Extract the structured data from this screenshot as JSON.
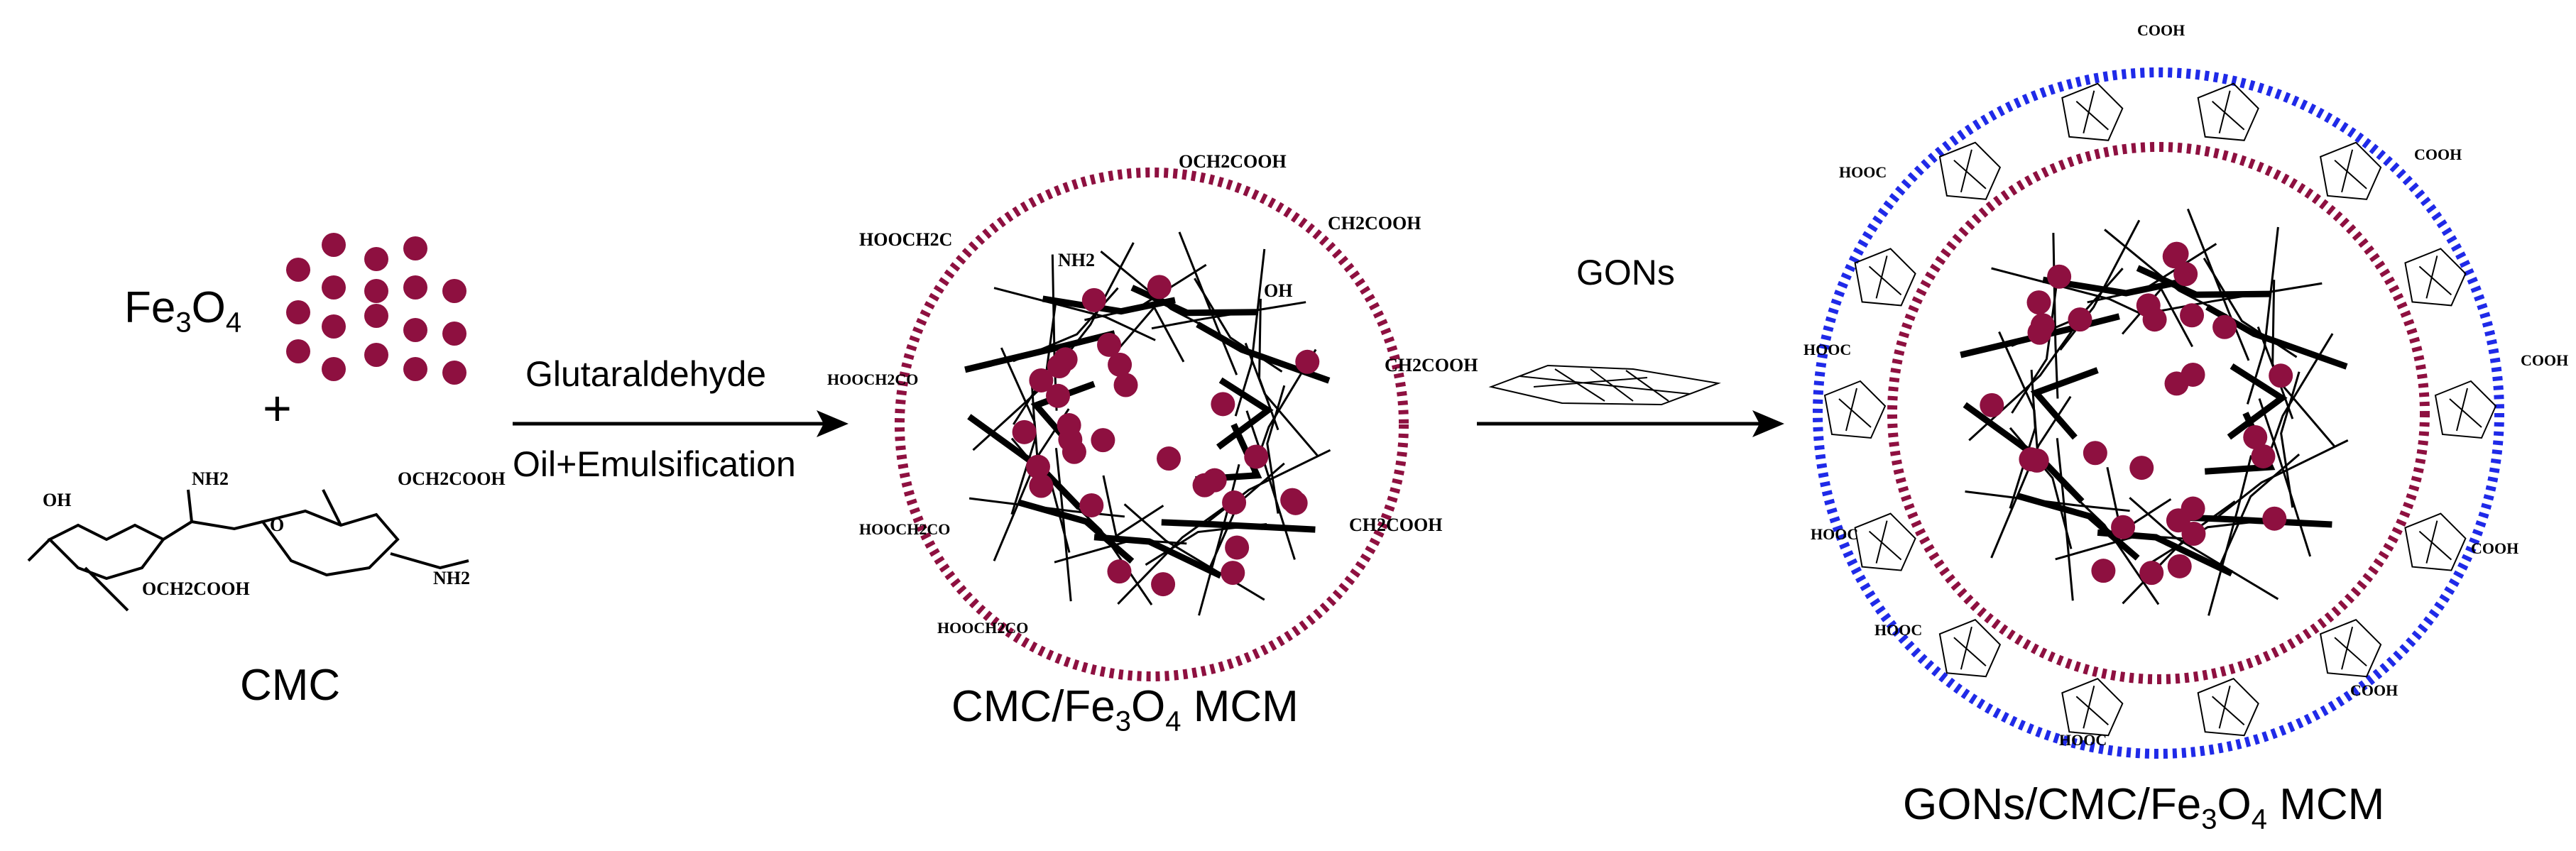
{
  "reactants": {
    "fe3o4": {
      "base": "Fe",
      "sub1": "3",
      "mid": "O",
      "sub2": "4"
    },
    "plus": "+",
    "cmc_label": "CMC",
    "cmc_groups": {
      "oh": "OH",
      "nh2": "NH2",
      "och2cooh": "OCH2COOH",
      "o": "O"
    }
  },
  "step1": {
    "reagent_top": "Glutaraldehyde",
    "reagent_bottom": "Oil+Emulsification"
  },
  "step2": {
    "reagent_top": "GONs"
  },
  "product1": {
    "label": {
      "a": "CMC/Fe",
      "sub1": "3",
      "mid": "O",
      "sub2": "4",
      "end": " MCM"
    },
    "groups": [
      "OCH2COOH",
      "HOOCH2C",
      "CH2COOH",
      "HOOCH2CO",
      "CH2COOH",
      "HOOCH2CO",
      "CH2COOH",
      "HOOCH2CO",
      "NH2",
      "OH"
    ]
  },
  "product2": {
    "label": {
      "a": "GONs/CMC/Fe",
      "sub1": "3",
      "mid": "O",
      "sub2": "4",
      "end": " MCM"
    },
    "outer_groups": [
      "COOH",
      "HOOC",
      "COOH",
      "HOOC",
      "COOH",
      "HOOC",
      "COOH",
      "HOOC",
      "COOH",
      "HOOC"
    ]
  },
  "colors": {
    "particle": "#8e1040",
    "inner_ring": "#8e1040",
    "outer_ring": "#1f2ae8",
    "line": "#000000"
  }
}
